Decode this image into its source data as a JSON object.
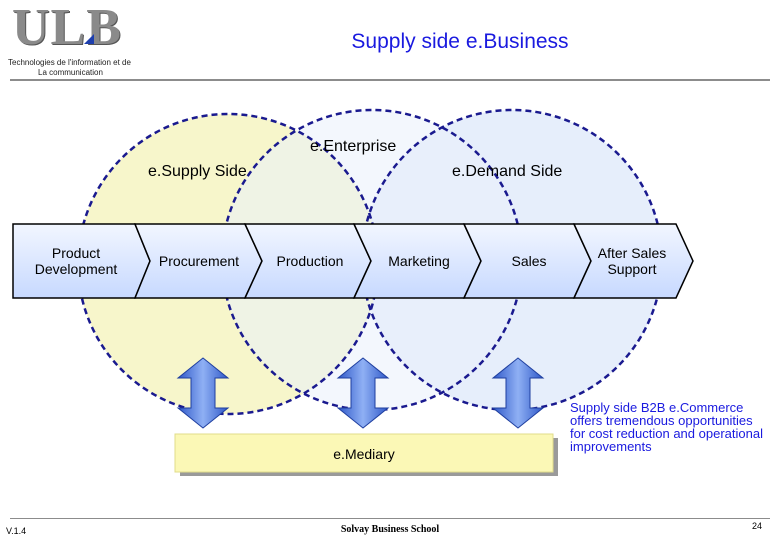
{
  "header": {
    "logo": "ULB",
    "org_line1": "Technologies de l'information et de",
    "org_line2": "La communication",
    "title": "Supply side e.Business"
  },
  "circles": {
    "esupply": "e.Supply Side",
    "eenterprise": "e.Enterprise",
    "edemand": "e.Demand Side"
  },
  "value_chain": [
    "Product Development",
    "Procurement",
    "Production",
    "Marketing",
    "Sales",
    "After Sales Support"
  ],
  "emediary": "e.Mediary",
  "note": "Supply side B2B e.Commerce offers tremendous opportunities for cost reduction and operational improvements",
  "footer": {
    "version": "V.1.4",
    "school": "Solvay Business School",
    "page": "24"
  },
  "colors": {
    "title": "#1a1adf",
    "supply_fill": "#f7f5c8",
    "demand_fill": "#e6eefb",
    "step_fill": "#d9e6ff",
    "circle_stroke": "#1a1a8f",
    "arrow_fill": "#4a78d8",
    "emediary_fill": "#fbf8b6"
  }
}
